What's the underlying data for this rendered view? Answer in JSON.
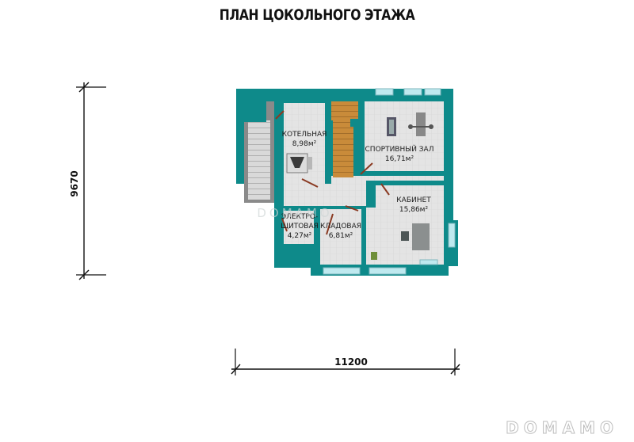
{
  "title": "ПЛАН ЦОКОЛЬНОГО ЭТАЖА",
  "dimensions": {
    "height": "9670",
    "width": "11200"
  },
  "rooms": [
    {
      "name": "КОТЕЛЬНАЯ",
      "area": "8,98м²"
    },
    {
      "name": "СПОРТИВНЫЙ ЗАЛ",
      "area": "16,71м²"
    },
    {
      "name": "КАБИНЕТ",
      "area": "15,86м²"
    },
    {
      "name_line1": "ЭЛЕКТРО-",
      "name_line2": "ЩИТОВАЯ",
      "area": "4,27м²"
    },
    {
      "name": "КЛАДОВАЯ",
      "area": "6,81м²"
    }
  ],
  "watermark": "DOMAMO",
  "colors": {
    "wall": "#0e8a8a",
    "floor": "#e6e6e6",
    "stairs": "#b77a2a",
    "window": "#bfe9ef"
  }
}
